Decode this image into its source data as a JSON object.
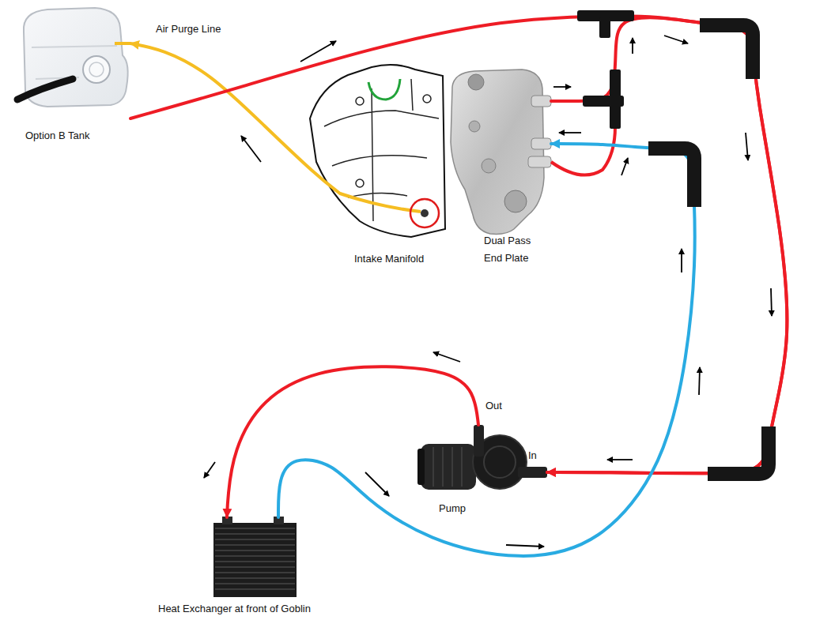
{
  "diagram": {
    "nodes": [
      {
        "text": [
          "Option B Tank"
        ]
      },
      {
        "text": [
          "Intake Manifold"
        ]
      },
      {
        "text": [
          "Dual Pass End Plate"
        ]
      },
      {
        "text": [
          "Pump"
        ]
      },
      {
        "text": [
          "Heat Exchanger at front of Goblin"
        ]
      }
    ],
    "edges": [
      {
        "from": 1,
        "to": 0,
        "arrow": "to",
        "label": "Air Purge Line"
      },
      {
        "from": 0,
        "to": 3,
        "arrow": "to"
      },
      {
        "from": 2,
        "to": 3,
        "arrow": "to"
      },
      {
        "from": 3,
        "to": 4,
        "arrow": "to"
      },
      {
        "from": 4,
        "to": 2,
        "arrow": "to"
      }
    ],
    "labels": [
      "Out",
      "In"
    ]
  }
}
